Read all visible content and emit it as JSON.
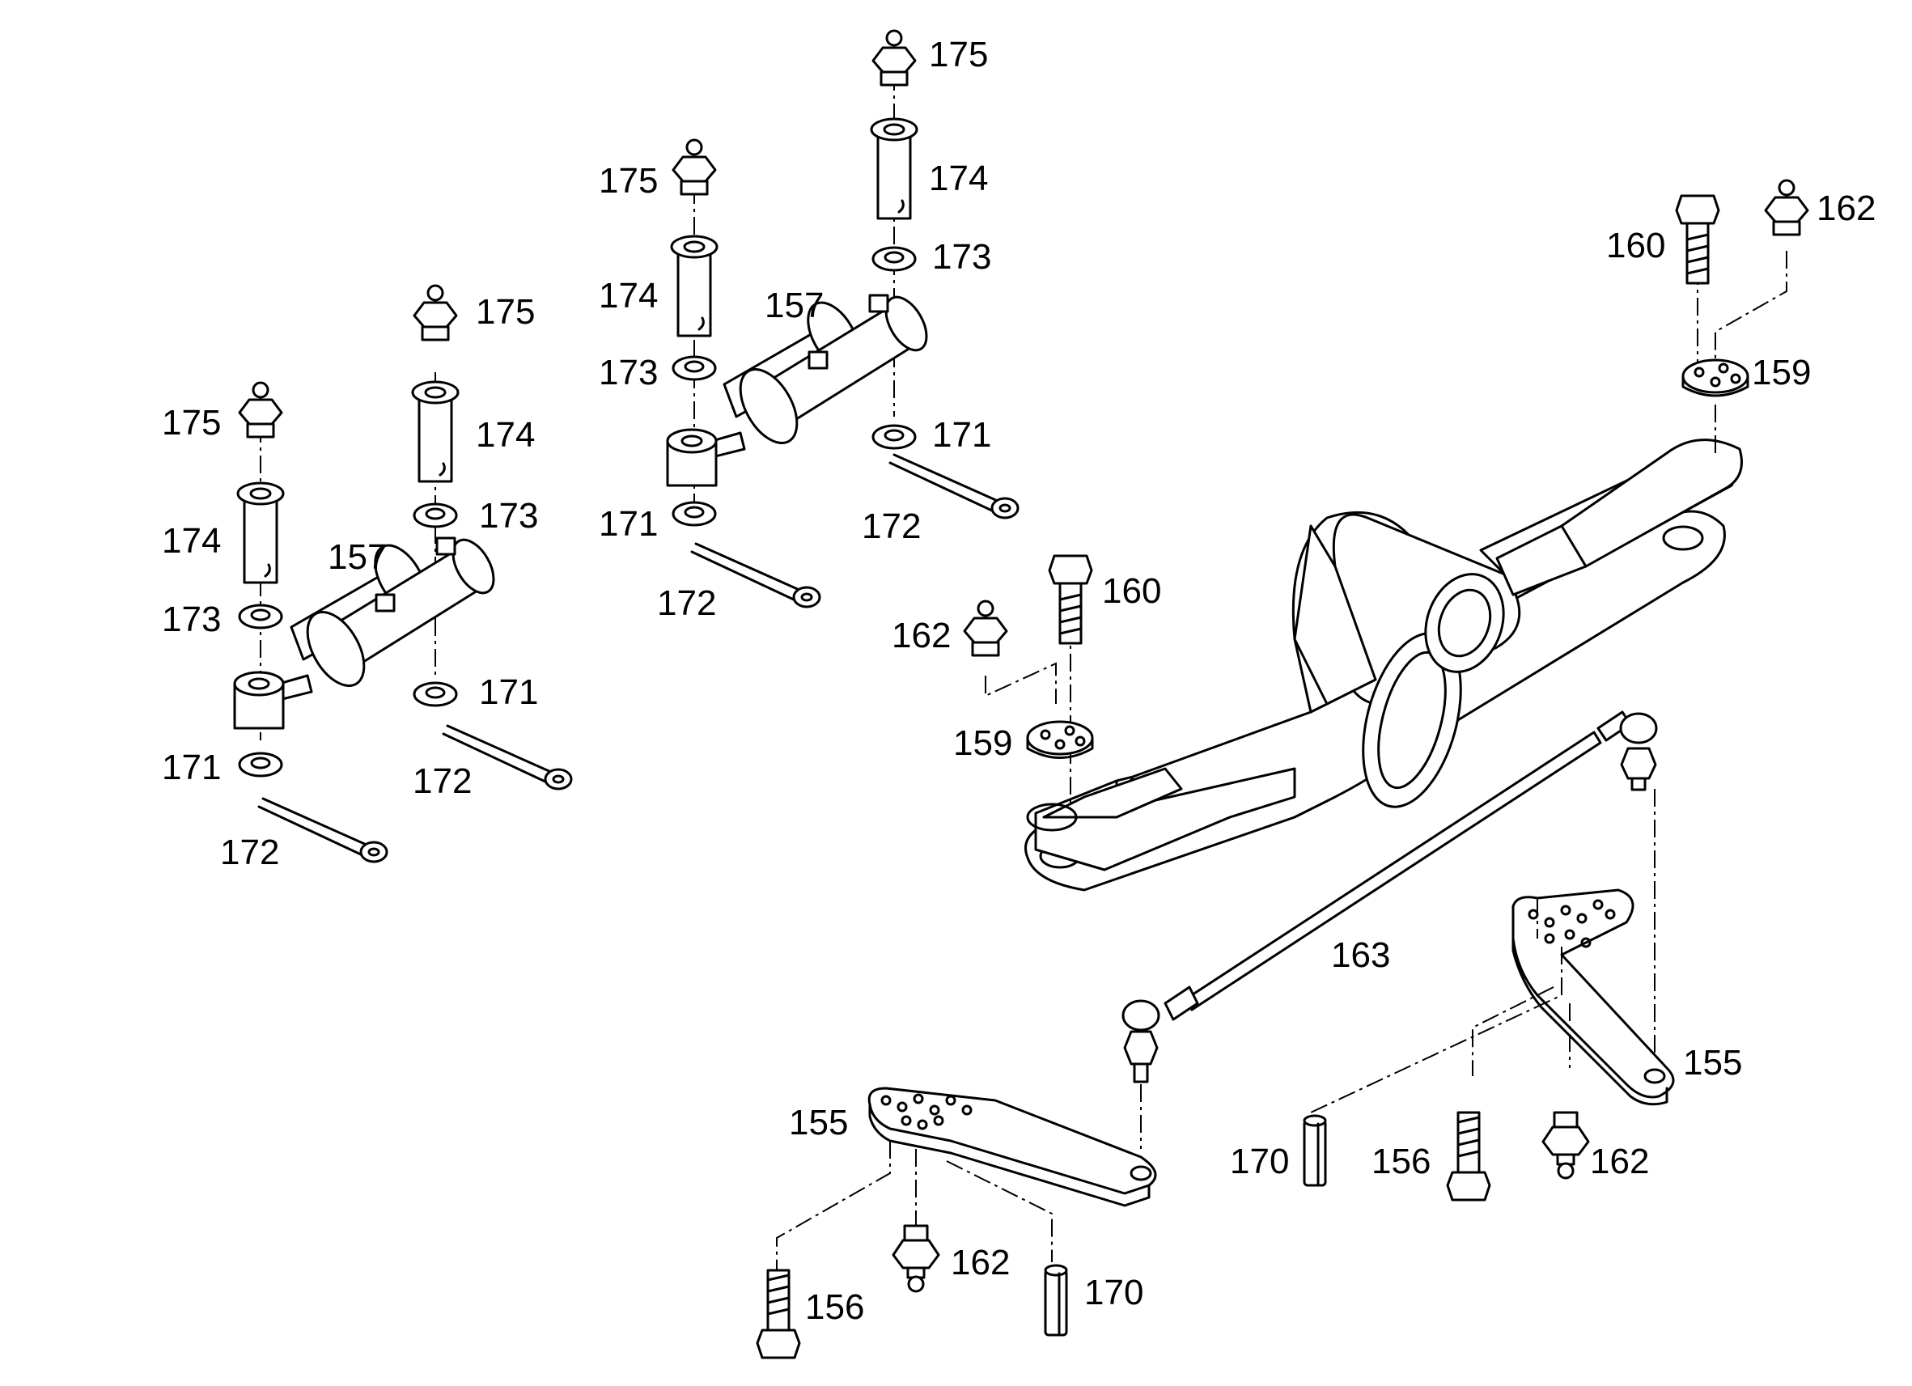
{
  "labels": [
    {
      "id": "l175a",
      "text": "175"
    },
    {
      "id": "l175b",
      "text": "175"
    },
    {
      "id": "l175c",
      "text": "175"
    },
    {
      "id": "l175d",
      "text": "175"
    },
    {
      "id": "l174a",
      "text": "174"
    },
    {
      "id": "l174b",
      "text": "174"
    },
    {
      "id": "l174c",
      "text": "174"
    },
    {
      "id": "l174d",
      "text": "174"
    },
    {
      "id": "l173a",
      "text": "173"
    },
    {
      "id": "l173b",
      "text": "173"
    },
    {
      "id": "l173c",
      "text": "173"
    },
    {
      "id": "l173d",
      "text": "173"
    },
    {
      "id": "l157a",
      "text": "157"
    },
    {
      "id": "l157b",
      "text": "157"
    },
    {
      "id": "l171a",
      "text": "171"
    },
    {
      "id": "l171b",
      "text": "171"
    },
    {
      "id": "l171c",
      "text": "171"
    },
    {
      "id": "l171d",
      "text": "171"
    },
    {
      "id": "l172a",
      "text": "172"
    },
    {
      "id": "l172b",
      "text": "172"
    },
    {
      "id": "l172c",
      "text": "172"
    },
    {
      "id": "l172d",
      "text": "172"
    },
    {
      "id": "l160a",
      "text": "160"
    },
    {
      "id": "l160b",
      "text": "160"
    },
    {
      "id": "l162a",
      "text": "162"
    },
    {
      "id": "l162b",
      "text": "162"
    },
    {
      "id": "l162c",
      "text": "162"
    },
    {
      "id": "l162d",
      "text": "162"
    },
    {
      "id": "l159a",
      "text": "159"
    },
    {
      "id": "l159b",
      "text": "159"
    },
    {
      "id": "l163",
      "text": "163"
    },
    {
      "id": "l155a",
      "text": "155"
    },
    {
      "id": "l155b",
      "text": "155"
    },
    {
      "id": "l170a",
      "text": "170"
    },
    {
      "id": "l170b",
      "text": "170"
    },
    {
      "id": "l156a",
      "text": "156"
    },
    {
      "id": "l156b",
      "text": "156"
    }
  ]
}
